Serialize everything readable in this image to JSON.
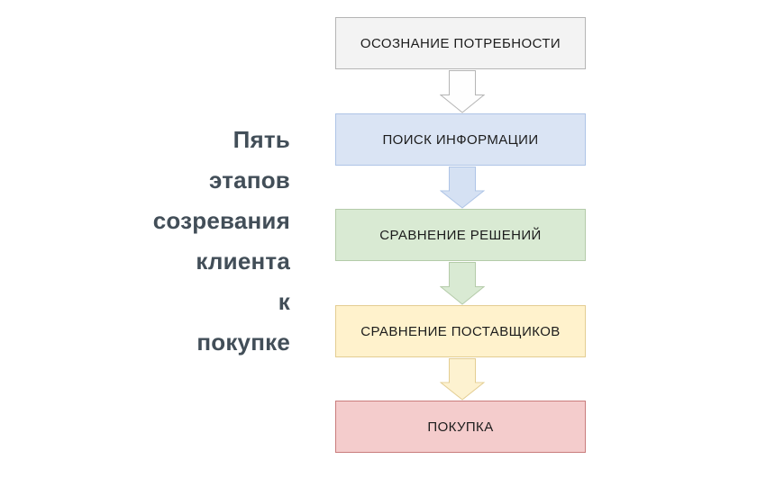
{
  "page": {
    "background": "#ffffff"
  },
  "title": {
    "text": "Пять этапов созревания клиента к покупке",
    "lines": [
      "Пять",
      "этапов",
      "созревания",
      "клиента",
      "к",
      "покупке"
    ],
    "color": "#424e58"
  },
  "flow": {
    "stages": [
      {
        "label": "ОСОЗНАНИЕ ПОТРЕБНОСТИ",
        "fill": "#f3f3f3",
        "border": "#b5b5b5",
        "arrow": {
          "fill": "#fefefe",
          "border": "#b5b5b5"
        }
      },
      {
        "label": "ПОИСК ИНФОРМАЦИИ",
        "fill": "#dae4f4",
        "border": "#aec4e6",
        "arrow": {
          "fill": "#d5e1f3",
          "border": "#aec4e6"
        }
      },
      {
        "label": "СРАВНЕНИЕ РЕШЕНИЙ",
        "fill": "#d9ead3",
        "border": "#b4cba9",
        "arrow": {
          "fill": "#d9ead3",
          "border": "#b4cba9"
        }
      },
      {
        "label": "СРАВНЕНИЕ ПОСТАВЩИКОВ",
        "fill": "#fff2cc",
        "border": "#e3cd92",
        "arrow": {
          "fill": "#fdf2d0",
          "border": "#e3cd92"
        }
      },
      {
        "label": "ПОКУПКА",
        "fill": "#f4cccc",
        "border": "#c97c7c",
        "arrow": null
      }
    ]
  }
}
